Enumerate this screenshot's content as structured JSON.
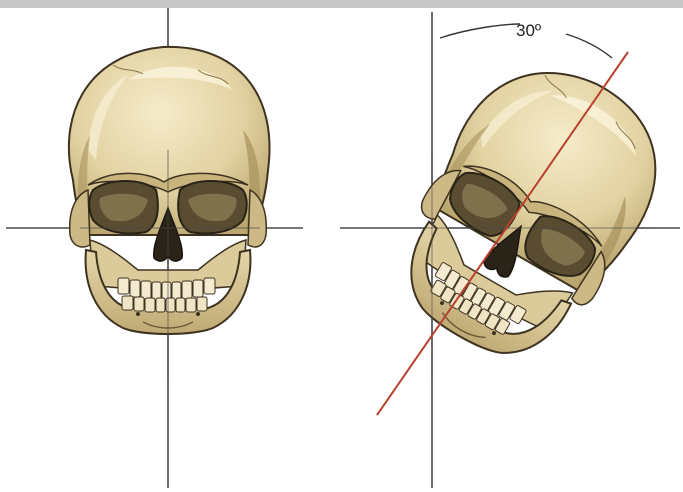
{
  "figure": {
    "angle_label": "30º",
    "tilt_degrees": 30,
    "colors": {
      "bone_light": "#f3e7c3",
      "bone_mid": "#d9c695",
      "bone_shade": "#b39e68",
      "bone_dark": "#7e6a44",
      "outline": "#3e3320",
      "cavity": "#2a2418",
      "axis_line": "#4a4a4a",
      "tilt_axis": "#b8412f",
      "top_bar": "#c8c8c8"
    },
    "skulls": [
      {
        "name": "front-view-skull",
        "orientation": "upright"
      },
      {
        "name": "tilted-skull",
        "orientation": "tilted-30-degrees"
      }
    ]
  }
}
